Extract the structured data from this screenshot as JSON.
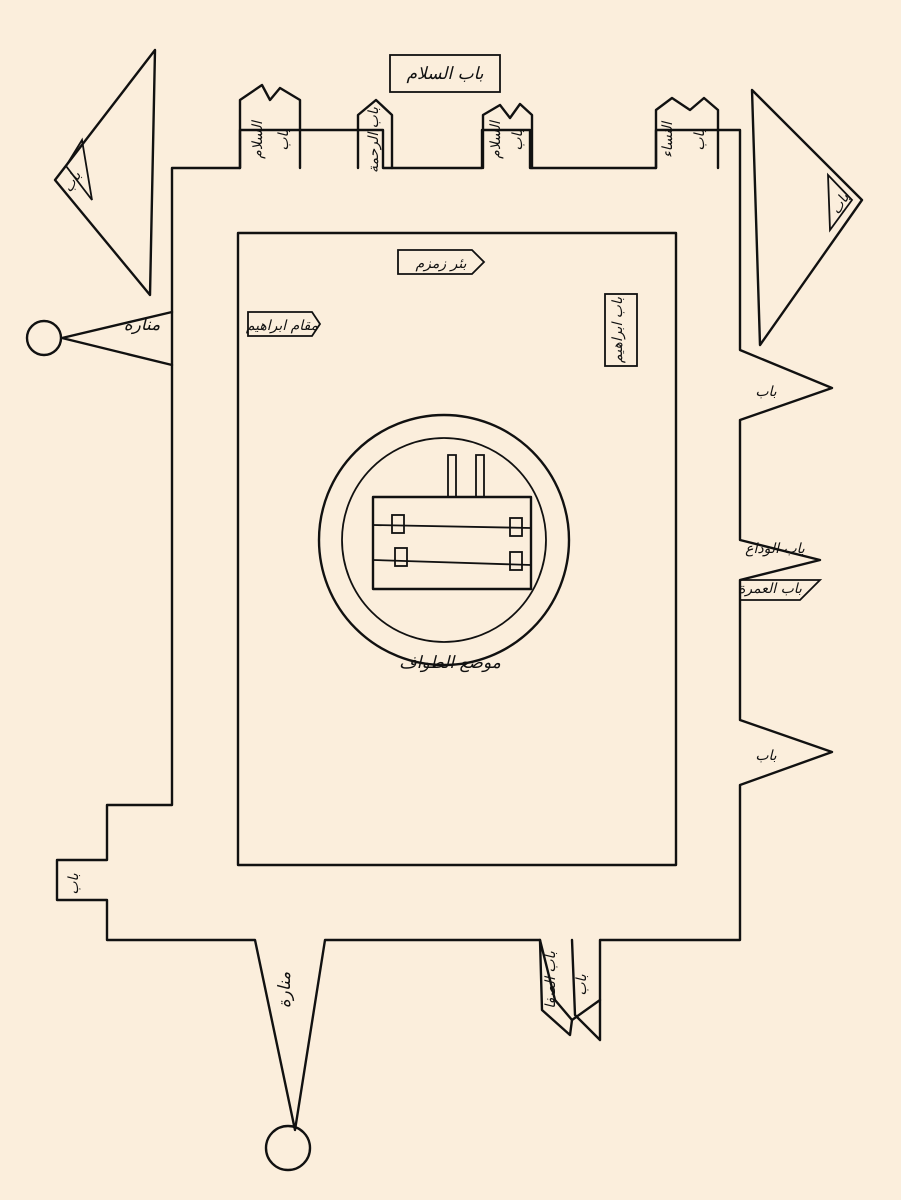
{
  "colors": {
    "paper": "#fbeedc",
    "ink": "#111111"
  },
  "labels": {
    "top_box": "باب السلام",
    "gate_top_1a": "باب",
    "gate_top_1b": "السلام",
    "gate_top_2": "باب الرحمة",
    "gate_top_3a": "باب",
    "gate_top_3b": "السلام",
    "gate_top_4a": "باب",
    "gate_top_4b": "النساء",
    "minaret_left": "منارة",
    "minaret_bottom": "منارة",
    "zamzam": "بئر زمزم",
    "maqam": "مقام ابراهيم",
    "right_box": "باب ابراهيم",
    "right_gate_1": "باب",
    "right_gate_2a": "باب الوداع",
    "right_gate_2b": "باب العمرة",
    "right_gate_3": "باب",
    "left_small_gate": "باب",
    "bottom_gate_1": "باب الصفا",
    "bottom_gate_2": "باب",
    "tri_left": "باب",
    "tri_right": "باب",
    "mataf": "موضع الطواف"
  }
}
